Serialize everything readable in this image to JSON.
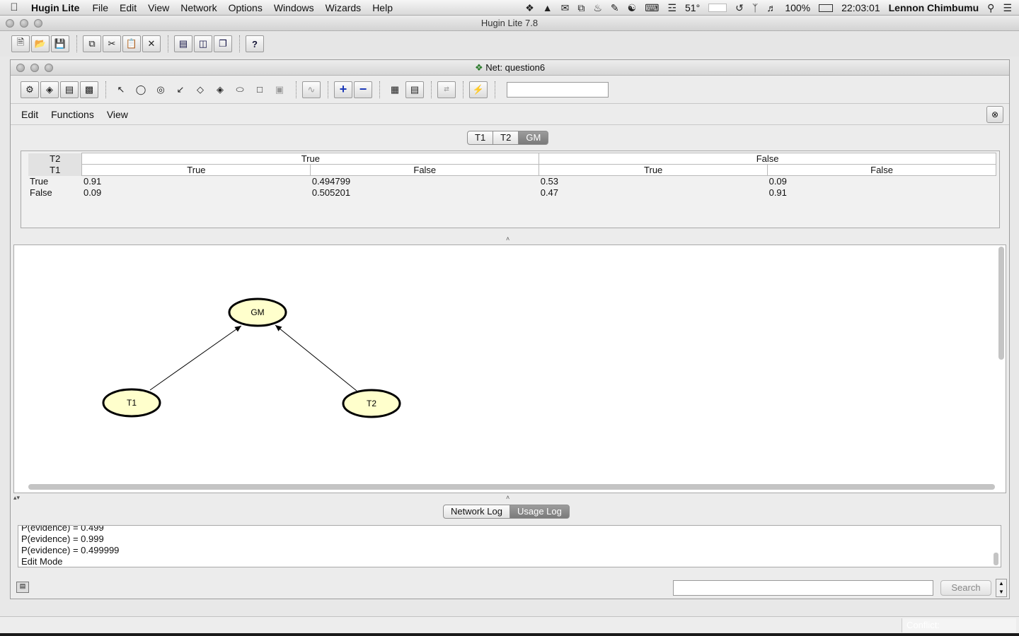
{
  "menubar": {
    "app_name": "Hugin Lite",
    "items": [
      "File",
      "Edit",
      "View",
      "Network",
      "Options",
      "Windows",
      "Wizards",
      "Help"
    ],
    "temperature": "51°",
    "battery": "100%",
    "clock": "22:03:01",
    "user": "Lennon Chimbumu",
    "icons": [
      "dropbox-icon",
      "drive-icon",
      "mail-icon",
      "sync-icon",
      "bell-icon",
      "tool-icon",
      "headphones-icon",
      "keyboard-icon",
      "wifi-icon",
      "temperature-icon",
      "timemachine-icon",
      "bluetooth-icon",
      "volume-icon",
      "battery-icon",
      "search-icon",
      "list-icon"
    ]
  },
  "app_window": {
    "title": "Hugin Lite 7.8"
  },
  "net_window": {
    "title": "Net: question6",
    "menu": [
      "Edit",
      "Functions",
      "View"
    ],
    "node_tabs": [
      "T1",
      "T2",
      "GM"
    ],
    "active_tab": "GM"
  },
  "cpt": {
    "t2_label": "T2",
    "t1_label": "T1",
    "t2_states": [
      "True",
      "False"
    ],
    "t1_states": [
      "True",
      "False",
      "True",
      "False"
    ],
    "rows": [
      {
        "state": "True",
        "values": [
          "0.91",
          "0.494799",
          "0.53",
          "0.09"
        ]
      },
      {
        "state": "False",
        "values": [
          "0.09",
          "0.505201",
          "0.47",
          "0.91"
        ]
      }
    ]
  },
  "graph": {
    "nodes": [
      {
        "id": "GM",
        "label": "GM"
      },
      {
        "id": "T1",
        "label": "T1"
      },
      {
        "id": "T2",
        "label": "T2"
      }
    ],
    "edges": [
      {
        "from": "T1",
        "to": "GM"
      },
      {
        "from": "T2",
        "to": "GM"
      }
    ],
    "node_fill": "#ffffcc"
  },
  "log": {
    "tabs": [
      "Network Log",
      "Usage Log"
    ],
    "active_tab": "Usage Log",
    "lines": [
      "P(evidence) = 0.499",
      "P(evidence) = 0.999",
      "P(evidence) = 0.499999",
      "Edit Mode"
    ]
  },
  "footer": {
    "search_button": "Search",
    "search_value": ""
  },
  "statusbar": {
    "conflict_label": "Conflict:"
  }
}
